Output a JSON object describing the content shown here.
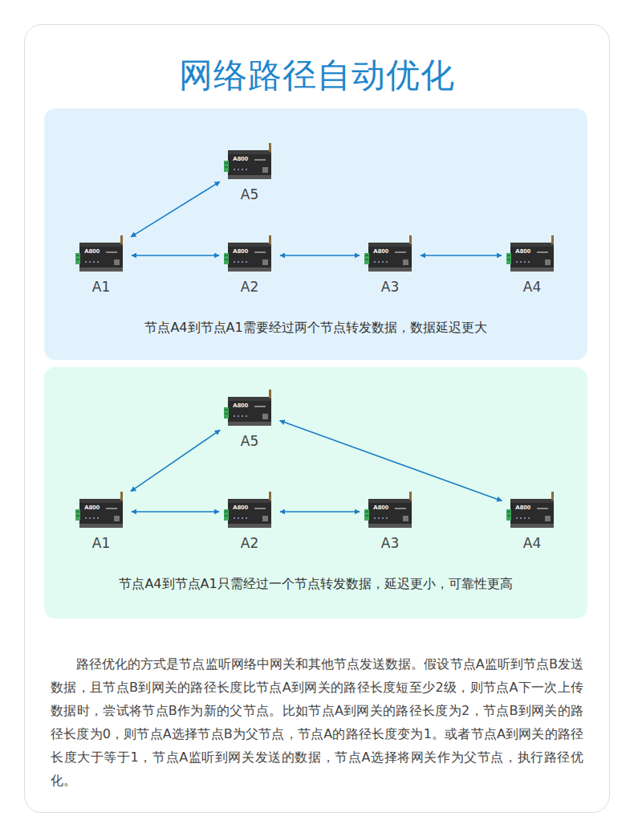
{
  "diagram": {
    "title": "网络路径自动优化",
    "nodes": [
      {
        "text": [
          "节点A4到节点A1需要经过两个节点转发数据，数据延迟更大"
        ]
      },
      {
        "text": [
          "A800",
          "A5"
        ],
        "in": 0
      },
      {
        "text": [
          "A800",
          "A1"
        ],
        "in": 0
      },
      {
        "text": [
          "A800",
          "A2"
        ],
        "in": 0
      },
      {
        "text": [
          "A800",
          "A3"
        ],
        "in": 0
      },
      {
        "text": [
          "A800",
          "A4"
        ],
        "in": 0
      },
      {
        "text": [
          "节点A4到节点A1只需经过一个节点转发数据，延迟更小，可靠性更高"
        ]
      },
      {
        "text": [
          "A800",
          "A5"
        ],
        "in": 6
      },
      {
        "text": [
          "A800",
          "A1"
        ],
        "in": 6
      },
      {
        "text": [
          "A800",
          "A2"
        ],
        "in": 6
      },
      {
        "text": [
          "A800",
          "A3"
        ],
        "in": 6
      },
      {
        "text": [
          "A800",
          "A4"
        ],
        "in": 6
      }
    ],
    "edges": [
      {
        "from": 2,
        "to": 1,
        "arrow": "both"
      },
      {
        "from": 2,
        "to": 3,
        "arrow": "both"
      },
      {
        "from": 3,
        "to": 4,
        "arrow": "both"
      },
      {
        "from": 4,
        "to": 5,
        "arrow": "both"
      },
      {
        "from": 8,
        "to": 7,
        "arrow": "both"
      },
      {
        "from": 8,
        "to": 9,
        "arrow": "both"
      },
      {
        "from": 9,
        "to": 10,
        "arrow": "both"
      },
      {
        "from": 7,
        "to": 11,
        "arrow": "both"
      }
    ],
    "labels": [
      "路径优化的方式是节点监听网络中网关和其他节点发送数据。假设节点A监听到节点B发送数据，且节点B到网关的路径长度比节点A到网关的路径长度短至少2级，则节点A下一次上传数据时，尝试将节点B作为新的父节点。比如节点A到网关的路径长度为2，节点B到网关的路径长度为0，则节点A选择节点B为父节点，节点A的路径长度变为1。或者节点A到网关的路径长度大于等于1，节点A监听到网关发送的数据，节点A选择将网关作为父节点，执行路径优化。"
    ]
  }
}
